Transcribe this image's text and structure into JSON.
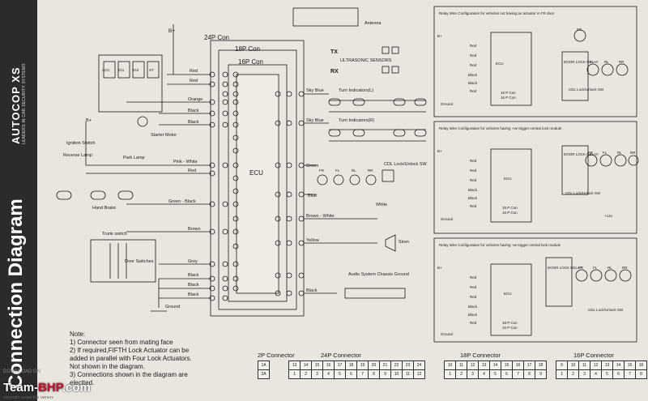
{
  "brand": {
    "name": "AUTOCOP XS",
    "tagline": "LEADERS IN CAR SECURITY SYSTEMS"
  },
  "side_title": "Connection Diagram",
  "main": {
    "ecu": "ECU",
    "connectors": [
      "24P Con",
      "18P Con",
      "16P Con"
    ],
    "bplus": "B+",
    "wires_left": [
      "Red",
      "Red",
      "Orange",
      "Black",
      "Black",
      "Pink - White",
      "Red",
      "Green - Black",
      "Brown",
      "Grey",
      "Black",
      "Black",
      "Black"
    ],
    "switch_labels": [
      "ACC",
      "IG1",
      "IG2",
      "ST"
    ],
    "starter": "Starter Motor",
    "ignition": "Ignition Switch",
    "reverse": "Reverse Lamp",
    "park": "Park Lamp",
    "hand_brake": "Hand Brake",
    "trunk": "Trunk switch",
    "door_sw": "Door Switches",
    "ground": "Ground",
    "antenna": "Antenna",
    "tx": "TX",
    "rx": "RX",
    "ultrasonic": "ULTRASONIC SENSORS",
    "sky_blue_1": "Sky Blue",
    "sky_blue_2": "Sky Blue",
    "turn_l": "Turn Indicators(L)",
    "turn_r": "Turn Indicators(R)",
    "green": "Green",
    "blue": "Blue",
    "white": "White",
    "actuators": [
      "FR",
      "FL",
      "RL",
      "RR"
    ],
    "cdl_sw": "CDL Lock/Unlock SW",
    "brown_white": "Brown - White",
    "yellow": "Yellow",
    "siren": "Siren",
    "audio": "Audio System Chassis Ground",
    "black": "Black"
  },
  "panels": [
    {
      "title": "Relay Wire Configuration for vehicles not having an actuator in FR door",
      "wires": [
        "Red",
        "Red",
        "Red",
        "Black",
        "Black",
        "Red"
      ],
      "sw": "CDL Lock/Unlock SW"
    },
    {
      "title": "Relay Wire Configuration for vehicles  having +ve trigger central lock module",
      "wires": [
        "Red",
        "Red",
        "Red",
        "Black",
        "Black",
        "Red"
      ],
      "sw": "CDL Lock/Unlock SW",
      "v12": "+12v"
    },
    {
      "title": "Relay Wire Configuration for vehicles having -ve trigger central lock module",
      "wires": [
        "Red",
        "Red",
        "Red",
        "Black",
        "Black",
        "Red"
      ],
      "sw": "CDL Lock/Unlock SW"
    }
  ],
  "relay": "DOOR LOCK RELAY",
  "con18": "18 P Con",
  "con16": "16 P Con",
  "notes": {
    "heading": "Note:",
    "items": [
      "1) Connector  seen from mating face",
      "2) If required,FIFTH Lock Actuator can be",
      "    added in parallel with Four Lock Actuators.",
      "    Not shown in the diagram.",
      "3) Connections shown in the diagram are",
      "    electted."
    ]
  },
  "pin_connectors": {
    "c2": {
      "title": "2P Connector",
      "rows": [
        [
          "1A"
        ],
        [
          "2A"
        ]
      ]
    },
    "c24": {
      "title": "24P Connector",
      "rows": [
        [
          "13",
          "14",
          "15",
          "16",
          "17",
          "18",
          "19",
          "20",
          "21",
          "22",
          "23",
          "24"
        ],
        [
          "1",
          "2",
          "3",
          "4",
          "5",
          "6",
          "7",
          "8",
          "9",
          "10",
          "11",
          "12"
        ]
      ]
    },
    "c18": {
      "title": "18P Connector",
      "rows": [
        [
          "10",
          "11",
          "12",
          "13",
          "14",
          "15",
          "16",
          "17",
          "18"
        ],
        [
          "1",
          "2",
          "3",
          "4",
          "5",
          "6",
          "7",
          "8",
          "9"
        ]
      ]
    },
    "c16": {
      "title": "16P Connector",
      "rows": [
        [
          "9",
          "10",
          "11",
          "12",
          "13",
          "14",
          "15",
          "16"
        ],
        [
          "1",
          "2",
          "3",
          "4",
          "5",
          "6",
          "7",
          "8"
        ]
      ]
    }
  },
  "footer": {
    "download": "DOWNLOAD ON",
    "logo_a": "Team-",
    "logo_b": "BHP",
    "logo_c": ".com",
    "copyright": "copyright respective owners"
  }
}
